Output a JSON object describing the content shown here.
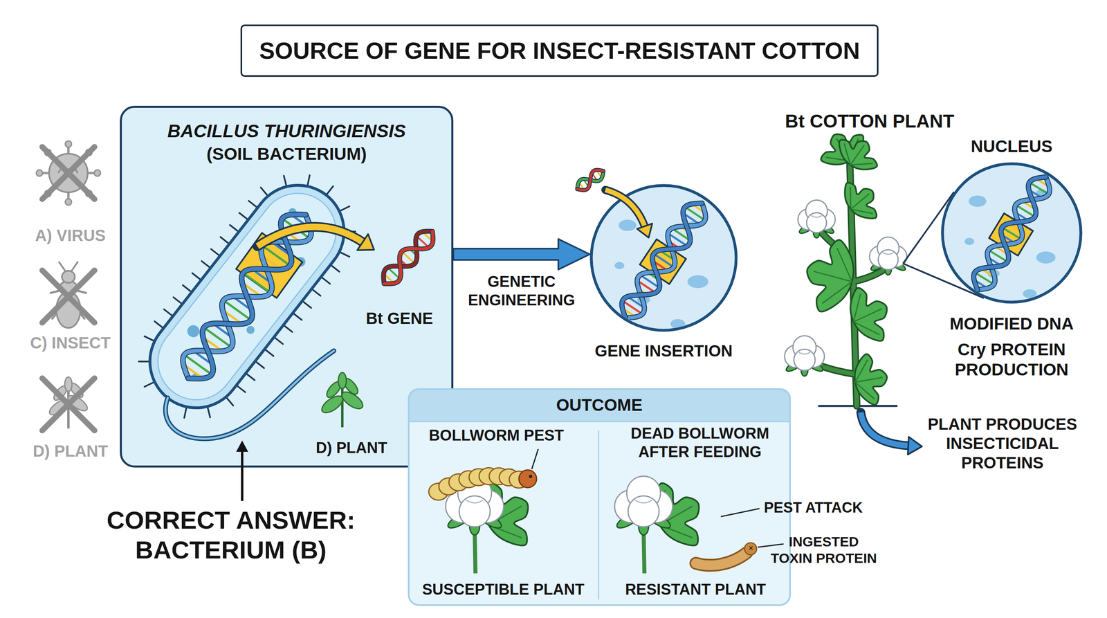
{
  "diagram": {
    "title": "SOURCE OF GENE FOR INSECT-RESISTANT COTTON",
    "nodes": [
      {
        "text": [
          "BACILLUS THURINGIENSIS",
          "(SOIL BACTERIUM)"
        ]
      },
      {
        "text": [
          "GENE INSERTION"
        ]
      },
      {
        "text": [
          "NUCLEUS",
          "MODIFIED DNA",
          "Cry PROTEIN PRODUCTION"
        ]
      },
      {
        "text": [
          "OUTCOME"
        ]
      }
    ],
    "edges": [
      {
        "from": 0,
        "to": 1,
        "arrow": "to",
        "label": "GENETIC ENGINEERING"
      }
    ],
    "labels": [
      "A) VIRUS",
      "C) INSECT",
      "D) PLANT",
      "Bt GENE",
      "D) PLANT",
      "CORRECT ANSWER: BACTERIUM (B)",
      "Bt COTTON PLANT",
      "PLANT PRODUCES INSECTICIDAL PROTEINS",
      "BOLLWORM PEST",
      "SUSCEPTIBLE PLANT",
      "DEAD BOLLWORM AFTER FEEDING",
      "PEST ATTACK",
      "INGESTED TOXIN PROTEIN",
      "RESISTANT PLANT"
    ]
  }
}
